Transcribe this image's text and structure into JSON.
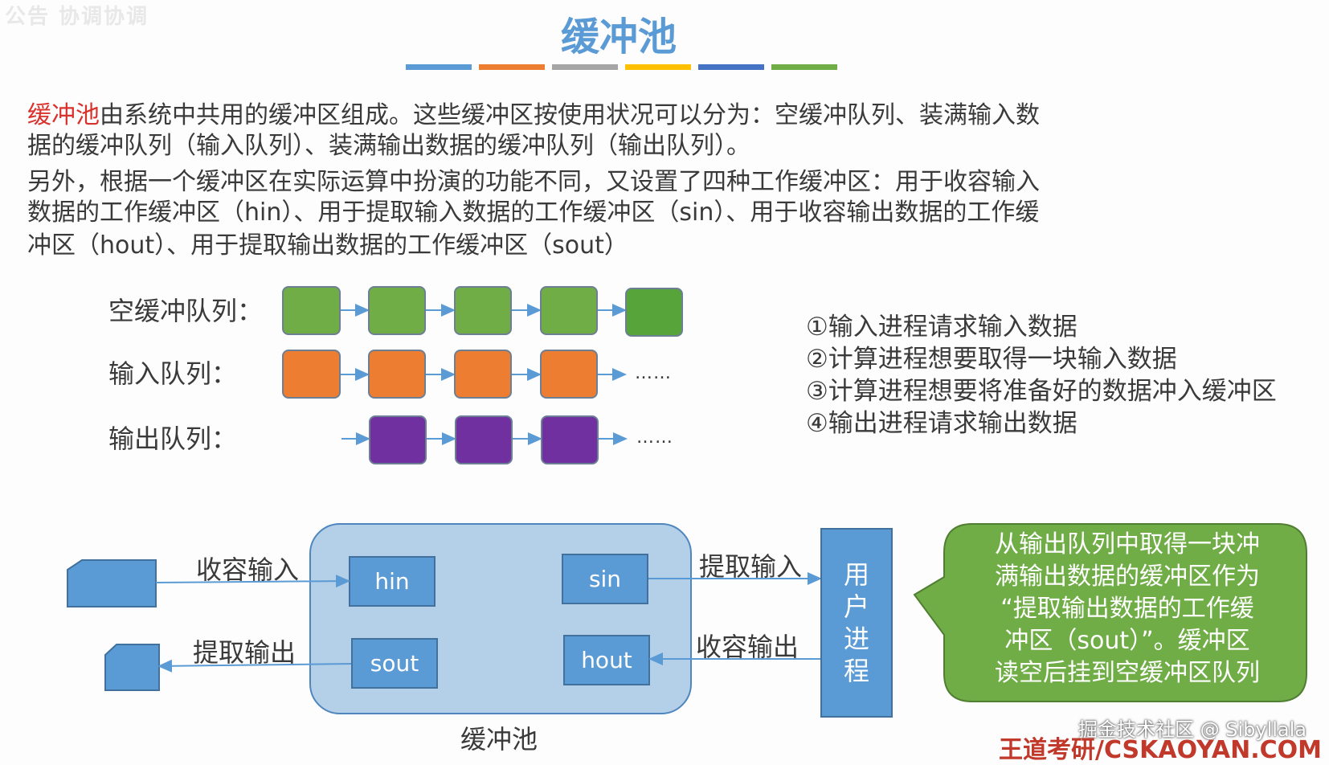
{
  "watermark": "公告 协调协调",
  "title": "缓冲池",
  "title_bar_colors": [
    "#5b9bd5",
    "#ed7d31",
    "#a5a5a5",
    "#ffc000",
    "#4472c4",
    "#70ad47"
  ],
  "intro": {
    "highlight": "缓冲池",
    "line1_rest": "由系统中共用的缓冲区组成。这些缓冲区按使用状况可以分为：空缓冲队列、装满输入数",
    "line2": "据的缓冲队列（输入队列）、装满输出数据的缓冲队列（输出队列）。",
    "line3": "另外，根据一个缓冲区在实际运算中扮演的功能不同，又设置了四种工作缓冲区：用于收容输入",
    "line4": "数据的工作缓冲区（hin）、用于提取输入数据的工作缓冲区（sin）、用于收容输出数据的工作缓",
    "line5": "冲区（hout）、用于提取输出数据的工作缓冲区（sout）"
  },
  "queues": {
    "empty_label": "空缓冲队列：",
    "input_label": "输入队列：",
    "output_label": "输出队列：",
    "ellipsis": "……",
    "colors": {
      "empty": "#70ad47",
      "empty_last": "#56a43a",
      "input": "#ed7d31",
      "output": "#7030a0"
    }
  },
  "steps": [
    "①输入进程请求输入数据",
    "②计算进程想要取得一块输入数据",
    "③计算进程想要将准备好的数据冲入缓冲区",
    "④输出进程请求输出数据"
  ],
  "diagram": {
    "hin": "hin",
    "sin": "sin",
    "sout": "sout",
    "hout": "hout",
    "collect_input": "收容输入",
    "extract_output": "提取输出",
    "extract_input": "提取输入",
    "collect_output": "收容输出",
    "user_process": [
      "用",
      "户",
      "进",
      "程"
    ],
    "pool_label": "缓冲池"
  },
  "callout": {
    "lines": [
      "从输出队列中取得一块冲",
      "满输出数据的缓冲区作为",
      "“提取输出数据的工作缓",
      "冲区（sout）”。缓冲区",
      "读空后挂到空缓冲区队列"
    ],
    "color": "#70ad47"
  },
  "footer": {
    "credit": "掘金技术社区 @ Sibyllala",
    "brand": "王道考研/CSKAOYAN.COM"
  }
}
